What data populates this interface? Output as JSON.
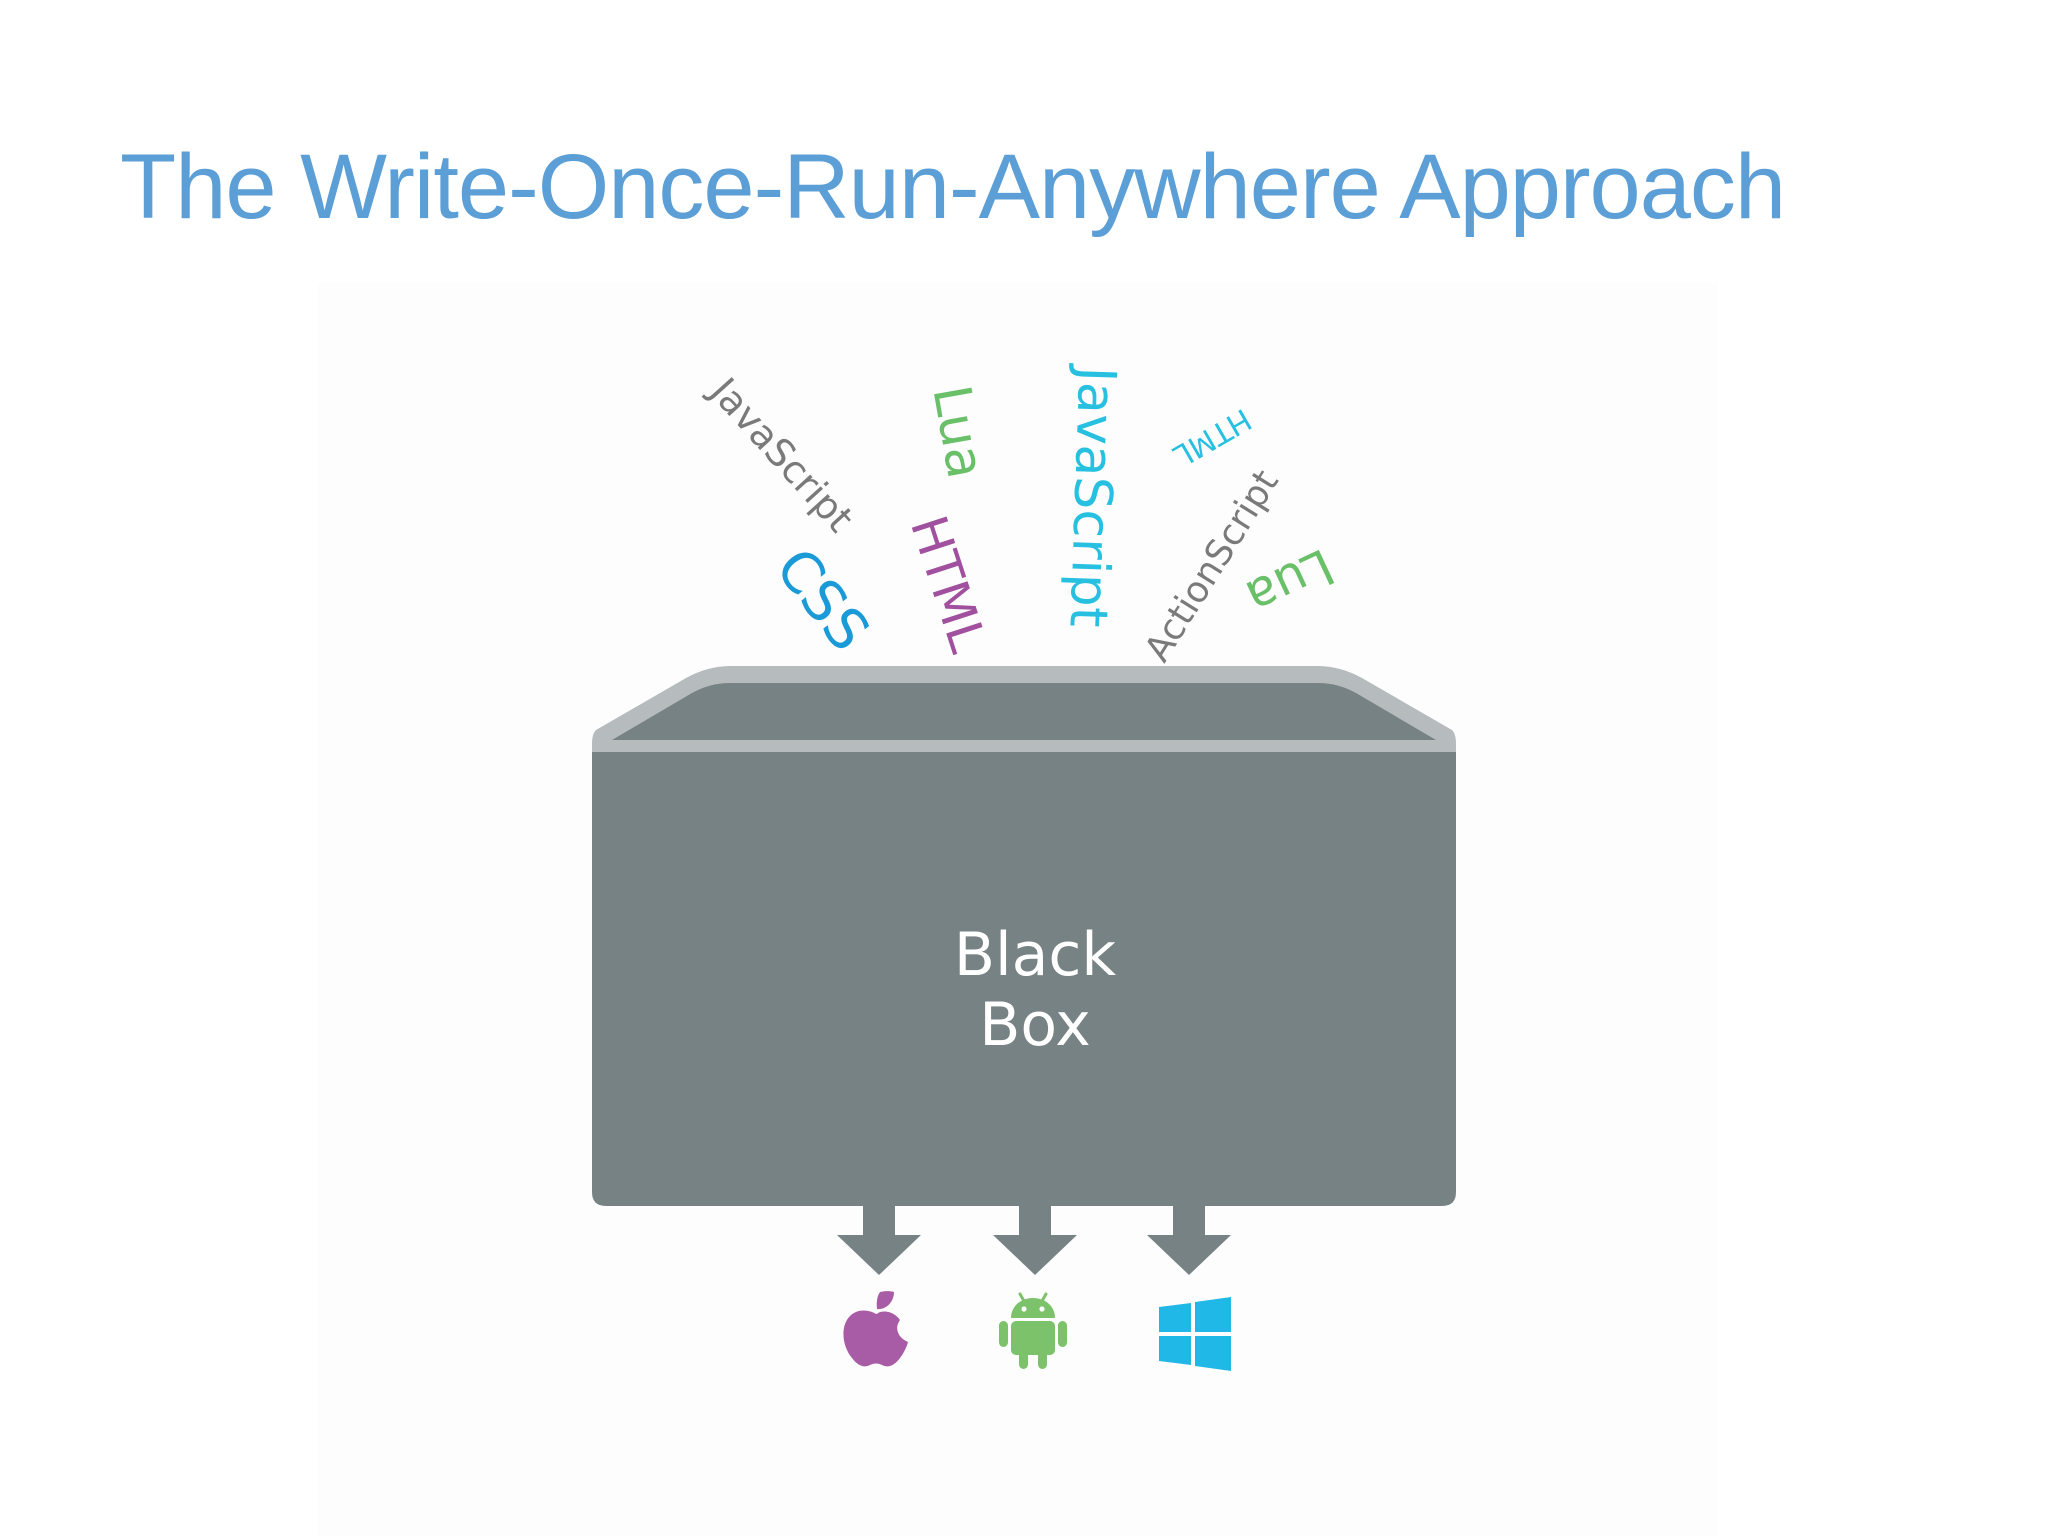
{
  "title": "The Write-Once-Run-Anywhere Approach",
  "diagram": {
    "box_label": "Black Box",
    "input_words": [
      {
        "text": "JavaScript",
        "color": "#7a7a7a"
      },
      {
        "text": "CSS",
        "color": "#1a9ad6"
      },
      {
        "text": "Lua",
        "color": "#6abf69"
      },
      {
        "text": "HTML",
        "color": "#a0509e"
      },
      {
        "text": "JavaScript",
        "color": "#27c0e0"
      },
      {
        "text": "HTML",
        "color": "#27c0e0"
      },
      {
        "text": "ActionScript",
        "color": "#7a7a7a"
      },
      {
        "text": "Lua",
        "color": "#6abf69"
      }
    ],
    "outputs": [
      {
        "icon": "apple-icon",
        "color": "#a85ca5"
      },
      {
        "icon": "android-icon",
        "color": "#7cc26a"
      },
      {
        "icon": "windows-icon",
        "color": "#20b8e6"
      }
    ],
    "colors": {
      "box": "#778284",
      "box_rim": "#b6bcbd",
      "arrow": "#778284",
      "title": "#5b9fd6"
    }
  }
}
